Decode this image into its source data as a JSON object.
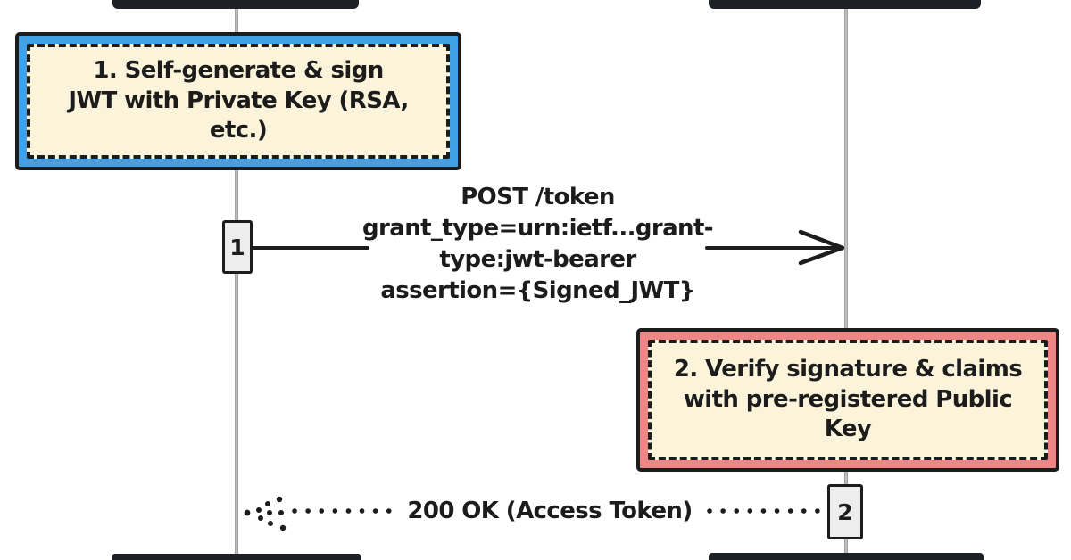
{
  "colors": {
    "background": "#ffffff",
    "ink": "#1c1c1c",
    "note_blue": "#42a1e6",
    "note_pink": "#ee8686",
    "note_cream": "#fcf4da",
    "bar_dark": "#1d2126",
    "lifeline_gray": "#a3a3a3",
    "activation_fill": "#ededed"
  },
  "notes": {
    "step1": {
      "lines": [
        "1. Self-generate & sign",
        "JWT with Private Key (RSA,",
        "etc.)"
      ]
    },
    "step2": {
      "lines": [
        "2. Verify signature & claims",
        "with pre-registered Public",
        "Key"
      ]
    }
  },
  "activations": {
    "first": {
      "label": "1"
    },
    "second": {
      "label": "2"
    }
  },
  "messages": {
    "request": {
      "style": "solid-arrow-right",
      "lines": [
        "POST /token",
        "grant_type=urn:ietf...grant-",
        "type:jwt-bearer",
        "assertion={Signed_JWT}"
      ]
    },
    "response": {
      "style": "dotted-arrow-left",
      "label": "200 OK (Access Token)"
    }
  }
}
